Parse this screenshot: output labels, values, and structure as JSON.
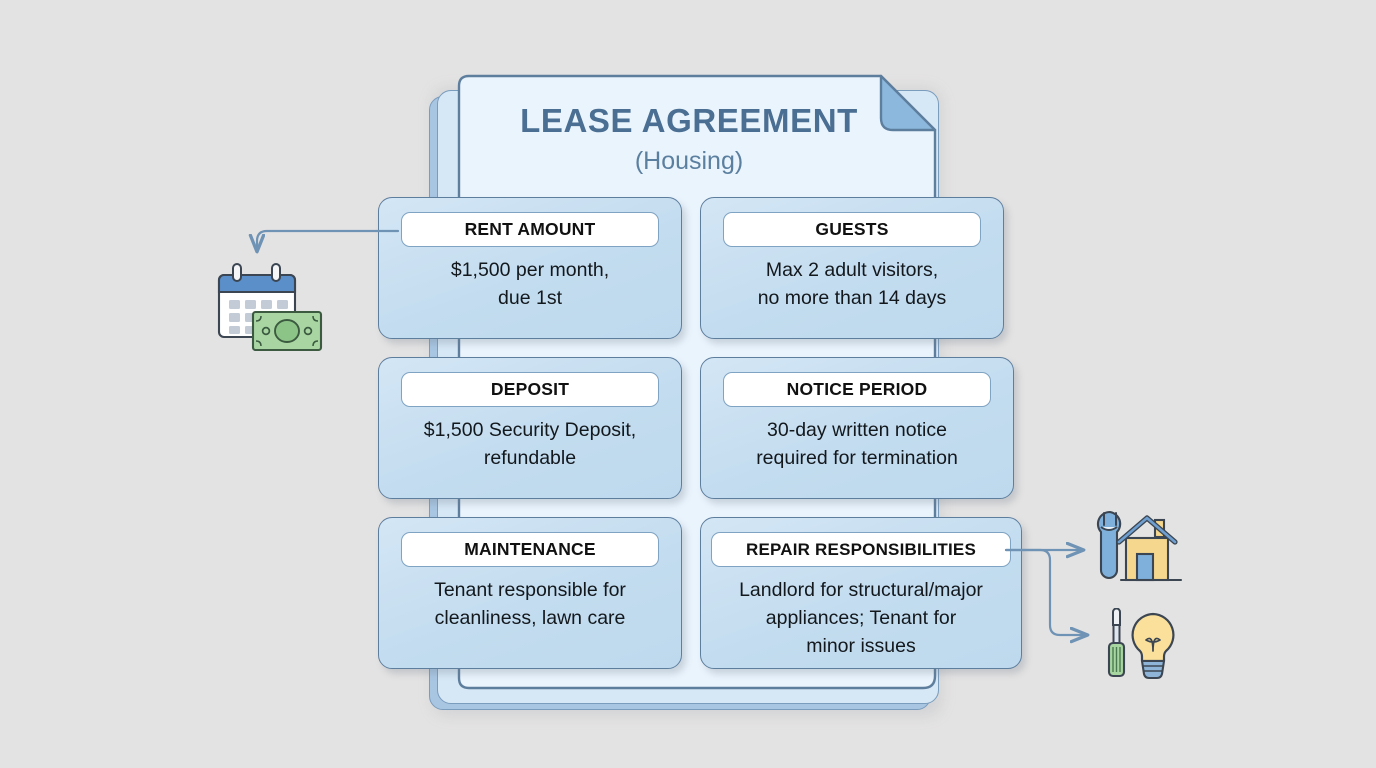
{
  "background_color": "#e4e3e3",
  "document": {
    "title": "LEASE AGREEMENT",
    "subtitle": "(Housing)",
    "title_color": "#4a6f92",
    "page_color": "#eaf4fd",
    "fold_color": "#8cb8dd",
    "border_color": "#5e7e9e"
  },
  "cards": [
    {
      "id": "rent-amount",
      "title": "RENT AMOUNT",
      "body": "$1,500 per month,\ndue 1st",
      "body_line1": "$1,500 per month,",
      "body_line2": "due 1st",
      "column": "left",
      "row": 1
    },
    {
      "id": "guests",
      "title": "GUESTS",
      "body": "Max 2 adult visitors,\nno more than 14 days",
      "body_line1": "Max 2 adult visitors,",
      "body_line2": "no more than 14 days",
      "column": "right",
      "row": 1
    },
    {
      "id": "deposit",
      "title": "DEPOSIT",
      "body": "$1,500 Security Deposit,\nrefundable",
      "body_line1": "$1,500 Security Deposit,",
      "body_line2": "refundable",
      "column": "left",
      "row": 2
    },
    {
      "id": "notice-period",
      "title": "NOTICE PERIOD",
      "body": "30-day written notice\nrequired for termination",
      "body_line1": "30-day written notice",
      "body_line2": "required for termination",
      "column": "right",
      "row": 2
    },
    {
      "id": "maintenance",
      "title": "MAINTENANCE",
      "body": "Tenant responsible for\ncleanliness, lawn care",
      "body_line1": "Tenant responsible for",
      "body_line2": "cleanliness, lawn care",
      "column": "left",
      "row": 3
    },
    {
      "id": "repair-responsibilities",
      "title": "REPAIR RESPONSIBILITIES",
      "body": "Landlord for structural/major\nappliances; Tenant for\nminor issues",
      "body_line1": "Landlord for structural/major",
      "body_line2": "appliances; Tenant for",
      "body_line3": "minor issues",
      "column": "right",
      "row": 3
    }
  ],
  "icons": [
    {
      "id": "calendar-money",
      "name": "calendar-and-cash-icon",
      "description": "Calendar with banknote",
      "linked_card": "rent-amount",
      "colors": {
        "calendar_header": "#5b8fc9",
        "banknote": "#a8d5a2"
      }
    },
    {
      "id": "wrench-house",
      "name": "wrench-and-house-icon",
      "description": "Wrench beside a house",
      "linked_card": "repair-responsibilities",
      "colors": {
        "wrench": "#7fb0dc",
        "house": "#f5d78e"
      }
    },
    {
      "id": "screwdriver-bulb",
      "name": "screwdriver-and-lightbulb-icon",
      "description": "Screwdriver beside a lightbulb",
      "linked_card": "repair-responsibilities",
      "colors": {
        "screwdriver": "#a7d6a0",
        "bulb": "#fae09a"
      }
    }
  ],
  "connectors": [
    {
      "id": "rent-to-calendar",
      "from": "rent-amount",
      "to": "calendar-money",
      "direction": "left-down",
      "color": "#6f93b5"
    },
    {
      "id": "repair-to-house",
      "from": "repair-responsibilities",
      "to": "wrench-house",
      "direction": "right",
      "color": "#6f93b5"
    },
    {
      "id": "repair-to-bulb",
      "from": "repair-responsibilities",
      "to": "screwdriver-bulb",
      "direction": "right-down",
      "color": "#6f93b5"
    }
  ]
}
